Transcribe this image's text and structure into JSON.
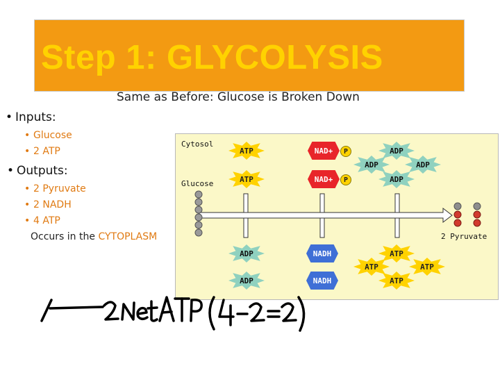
{
  "slide": {
    "title": "Step 1: GLYCOLYSIS",
    "subtitle": "Same as Before: Glucose is Broken Down",
    "inputs_label": "Inputs:",
    "inputs": [
      "Glucose",
      "2 ATP"
    ],
    "outputs_label": "Outputs:",
    "outputs": [
      "2 Pyruvate",
      "2 NADH",
      "4 ATP"
    ],
    "occurs_prefix": "Occurs in the ",
    "occurs_location": "CYTOPLASM",
    "handwriting": "2 net ATP (4-2=2)"
  },
  "diagram": {
    "cytosol_label": "Cytosol",
    "glucose_label": "Glucose",
    "pyruvate_label": "2 Pyruvate",
    "atp": "ATP",
    "adp": "ADP",
    "nad_plus": "NAD+",
    "nadh": "NADH",
    "phosphate": "P"
  },
  "colors": {
    "title_bg": "#f39a12",
    "title_text": "#ffd200",
    "bullet_orange": "#e07a12",
    "diagram_bg": "#fbf8c8",
    "atp_yellow": "#ffd200",
    "adp_teal": "#8fd1bf",
    "nad_red": "#e8252a",
    "nadh_blue": "#3f6fd6"
  }
}
